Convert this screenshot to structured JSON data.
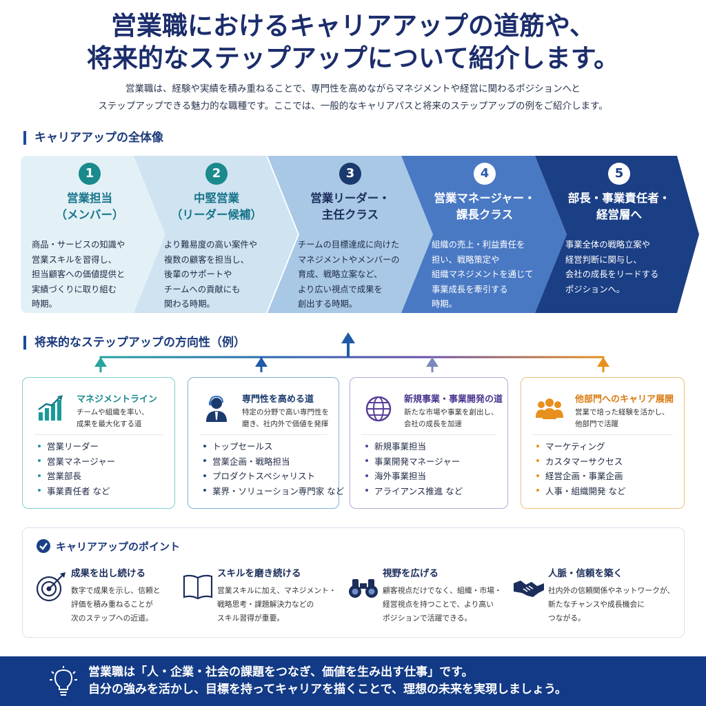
{
  "header": {
    "title_lines": [
      "営業職におけるキャリアアップの道筋や、",
      "将来的なステップアップについて紹介します。"
    ],
    "intro_lines": [
      "営業職は、経験や実績を積み重ねることで、専門性を高めながらマネジメントや経営に関わるポジションへと",
      "ステップアップできる魅力的な職種です。ここでは、一般的なキャリアパスと将来のステップアップの例をご紹介します。"
    ]
  },
  "overview": {
    "heading": "キャリアアップの全体像",
    "stages": [
      {
        "number": "1",
        "title": "営業担当\n（メンバー）",
        "description": "商品・サービスの知識や\n営業スキルを習得し、\n担当顧客への価値提供と\n実績づくりに取り組む\n時期。"
      },
      {
        "number": "2",
        "title": "中堅営業\n（リーダー候補）",
        "description": "より難易度の高い案件や\n複数の顧客を担当し、\n後輩のサポートや\nチームへの貢献にも\n関わる時期。"
      },
      {
        "number": "3",
        "title": "営業リーダー・\n主任クラス",
        "description": "チームの目標達成に向けた\nマネジメントやメンバーの\n育成、戦略立案など、\nより広い視点で成果を\n創出する時期。"
      },
      {
        "number": "4",
        "title": "営業マネージャー・\n課長クラス",
        "description": "組織の売上・利益責任を\n担い、戦略策定や\n組織マネジメントを通じて\n事業成長を牽引する\n時期。"
      },
      {
        "number": "5",
        "title": "部長・事業責任者・\n経営層へ",
        "description": "事業全体の戦略立案や\n経営判断に関与し、\n会社の成長をリードする\nポジションへ。"
      }
    ]
  },
  "directions": {
    "heading": "将来的なステップアップの方向性（例）",
    "cards": [
      {
        "icon": "growth-chart-icon",
        "color": "#1a9a9a",
        "title": "マネジメントライン",
        "description": "チームや組織を率い、\n成果を最大化する道",
        "items": [
          "営業リーダー",
          "営業マネージャー",
          "営業部長",
          "事業責任者 など"
        ]
      },
      {
        "icon": "expert-person-icon",
        "color": "#1b4b8a",
        "title": "専門性を高める道",
        "description": "特定の分野で高い専門性を\n磨き、社内外で価値を発揮",
        "items": [
          "トップセールス",
          "営業企画・戦略担当",
          "プロダクトスペシャリスト",
          "業界・ソリューション専門家 など"
        ]
      },
      {
        "icon": "globe-icon",
        "color": "#5a3f9a",
        "title": "新規事業・事業開発の道",
        "description": "新たな市場や事業を創出し、\n会社の成長を加速",
        "items": [
          "新規事業担当",
          "事業開発マネージャー",
          "海外事業担当",
          "アライアンス推進 など"
        ]
      },
      {
        "icon": "people-group-icon",
        "color": "#e8901e",
        "title": "他部門へのキャリア展開",
        "description": "営業で培った経験を活かし、\n他部門で活躍",
        "items": [
          "マーケティング",
          "カスタマーサクセス",
          "経営企画・事業企画",
          "人事・組織開発 など"
        ]
      }
    ]
  },
  "points": {
    "heading": "キャリアアップのポイント",
    "items": [
      {
        "icon": "target-icon",
        "title": "成果を出し続ける",
        "description": "数字で成果を示し、信頼と\n評価を積み重ねることが\n次のステップへの近道。"
      },
      {
        "icon": "open-book-icon",
        "title": "スキルを磨き続ける",
        "description": "営業スキルに加え、マネジメント・\n戦略思考・課題解決力などの\nスキル習得が重要。"
      },
      {
        "icon": "binoculars-icon",
        "title": "視野を広げる",
        "description": "顧客視点だけでなく、組織・市場・\n経営視点を持つことで、より高い\nポジションで活躍できる。"
      },
      {
        "icon": "handshake-icon",
        "title": "人脈・信頼を築く",
        "description": "社内外の信頼関係やネットワークが、\n新たなチャンスや成長機会に\nつながる。"
      }
    ]
  },
  "footer": {
    "icon": "lightbulb-icon",
    "lines": [
      "営業職は「人・企業・社会の課題をつなぎ、価値を生み出す仕事」です。",
      "自分の強みを活かし、目標を持ってキャリアを描くことで、理想の未来を実現しましょう。"
    ]
  },
  "colors": {
    "navy": "#1b2d6b",
    "stage_fills": [
      "#e3f1f7",
      "#cfe3f1",
      "#a8c8e6",
      "#4a79c4",
      "#1b3f85"
    ],
    "badge_teal": "#1a8a8c",
    "footer_bg": "#123a86"
  }
}
